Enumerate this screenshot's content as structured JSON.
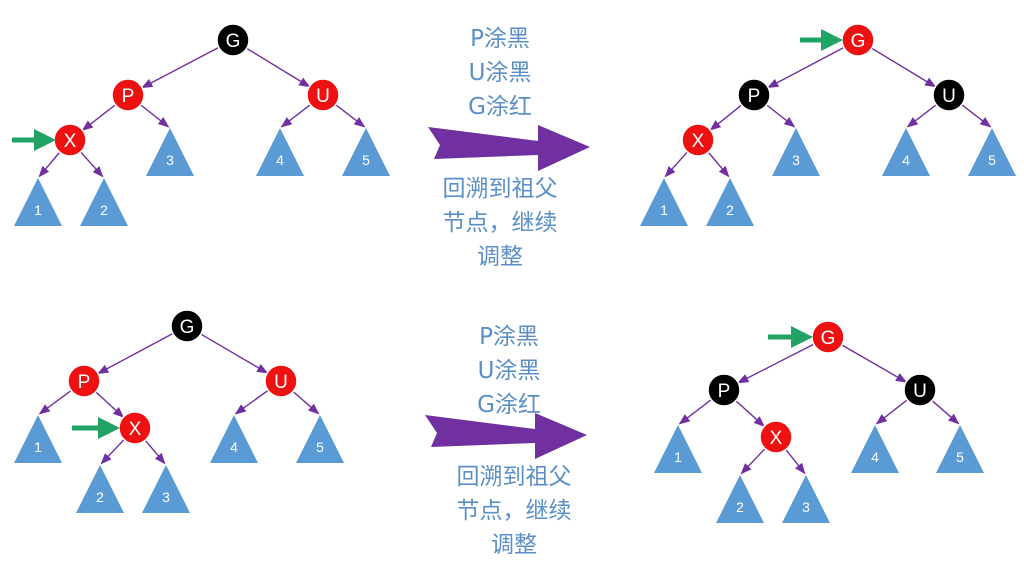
{
  "colors": {
    "black_node": "#000000",
    "red_node": "#ee1111",
    "triangle": "#5b9bd5",
    "edge": "#7030a0",
    "pointer": "#21a366",
    "transition_arrow": "#7030a0",
    "annotation": "#5b8fc7"
  },
  "nodes": {
    "g": "G",
    "p": "P",
    "u": "U",
    "x": "X"
  },
  "subtrees": [
    "1",
    "2",
    "3",
    "4",
    "5"
  ],
  "steps": [
    {
      "ops": [
        "P涂黑",
        "U涂黑",
        "G涂红"
      ],
      "note": [
        "回溯到祖父",
        "节点，继续",
        "调整"
      ]
    },
    {
      "ops": [
        "P涂黑",
        "U涂黑",
        "G涂红"
      ],
      "note": [
        "回溯到祖父",
        "节点，继续",
        "调整"
      ]
    }
  ]
}
